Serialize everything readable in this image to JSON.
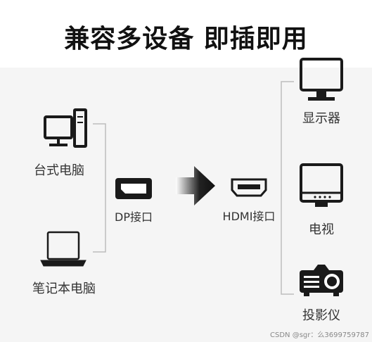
{
  "title": "兼容多设备 即插即用",
  "sources": [
    {
      "label": "台式电脑",
      "icon": "desktop-computer-icon"
    },
    {
      "label": "笔记本电脑",
      "icon": "laptop-icon"
    }
  ],
  "input_port": {
    "label": "DP接口",
    "icon": "displayport-icon"
  },
  "output_port": {
    "label": "HDMI接口",
    "icon": "hdmi-port-icon"
  },
  "devices": [
    {
      "label": "显示器",
      "icon": "monitor-icon"
    },
    {
      "label": "电视",
      "icon": "tv-icon"
    },
    {
      "label": "投影仪",
      "icon": "projector-icon"
    }
  ],
  "footer": "CSDN @sgr：么3699759787",
  "colors": {
    "icon": "#1a1a1a",
    "line": "#bdbdbd",
    "background_band": "#f5f5f5"
  }
}
